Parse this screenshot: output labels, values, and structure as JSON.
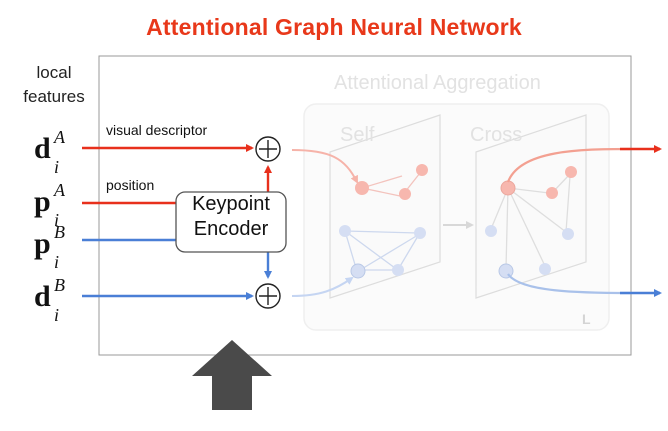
{
  "title": "Attentional Graph Neural Network",
  "side_label": [
    "local",
    "features"
  ],
  "inputs": {
    "dA": {
      "base": "d",
      "sup": "A",
      "sub": "i"
    },
    "pA": {
      "base": "p",
      "sup": "A",
      "sub": "i"
    },
    "pB": {
      "base": "p",
      "sup": "B",
      "sub": "i"
    },
    "dB": {
      "base": "d",
      "sup": "B",
      "sub": "i"
    }
  },
  "edge_labels": {
    "visual_descriptor": "visual descriptor",
    "position": "position"
  },
  "encoder": {
    "line1": "Keypoint",
    "line2": "Encoder"
  },
  "aggregation": {
    "title": "Attentional Aggregation",
    "self": "Self",
    "cross": "Cross",
    "repeat": "L"
  },
  "colors": {
    "image_A": "#e8301c",
    "image_B": "#4a7fd6",
    "title": "#e8381a",
    "big_arrow": "#4a4a4a"
  }
}
